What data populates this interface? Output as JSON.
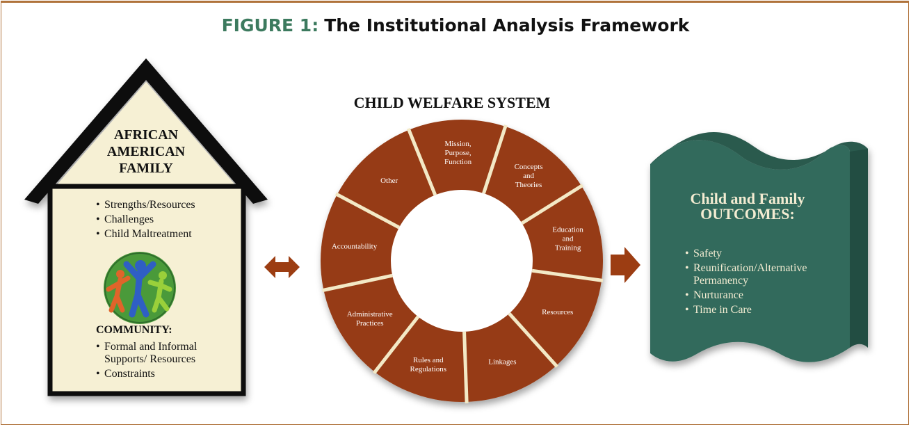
{
  "figure": {
    "label": "FIGURE 1:",
    "title": "The Institutional Analysis Framework"
  },
  "family": {
    "title": [
      "AFRICAN",
      "AMERICAN",
      "FAMILY"
    ],
    "bullets": [
      "Strengths/Resources",
      "Challenges",
      "Child Maltreatment"
    ],
    "community_label": "COMMUNITY:",
    "community_bullets": [
      "Formal and Informal Supports/ Resources",
      "Constraints"
    ]
  },
  "system": {
    "title": "CHILD WELFARE SYSTEM",
    "segments": [
      {
        "name": "mission",
        "lines": [
          "Mission,",
          "Purpose,",
          "Function"
        ]
      },
      {
        "name": "concepts",
        "lines": [
          "Concepts",
          "and",
          "Theories"
        ]
      },
      {
        "name": "education",
        "lines": [
          "Education",
          "and",
          "Training"
        ]
      },
      {
        "name": "resources",
        "lines": [
          "Resources"
        ]
      },
      {
        "name": "linkages",
        "lines": [
          "Linkages"
        ]
      },
      {
        "name": "rules",
        "lines": [
          "Rules and",
          "Regulations"
        ]
      },
      {
        "name": "administrative",
        "lines": [
          "Administrative",
          "Practices"
        ]
      },
      {
        "name": "accountability",
        "lines": [
          "Accountability"
        ]
      },
      {
        "name": "other",
        "lines": [
          "Other"
        ]
      }
    ]
  },
  "outcomes": {
    "title": [
      "Child and Family",
      "OUTCOMES:"
    ],
    "bullets": [
      "Safety",
      "Reunification/Alternative Permanency",
      "Nurturance",
      "Time in Care"
    ]
  },
  "colors": {
    "border": "#b0733b",
    "title_accent": "#3c7a5e",
    "house_fill": "#f6f0d4",
    "wheel_fill": "#963a12",
    "wheel_divider": "#f3e9c6",
    "arrow": "#9c3d12",
    "banner_fill": "#336a5c",
    "banner_side": "#224d43"
  }
}
